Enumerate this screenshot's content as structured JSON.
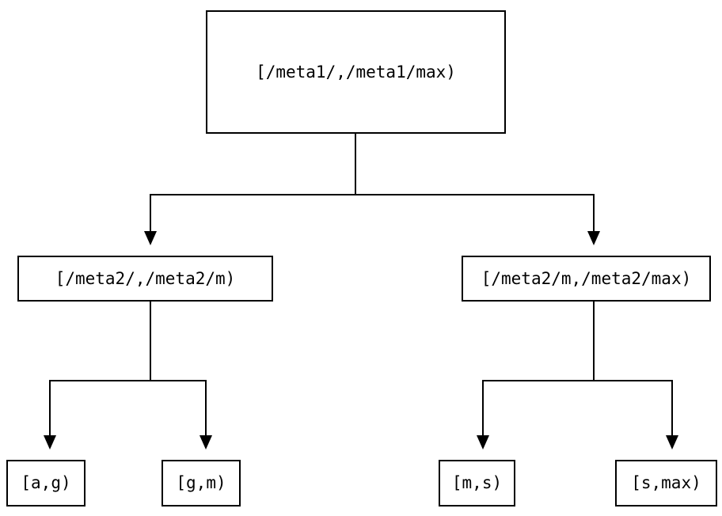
{
  "nodes": {
    "root": {
      "label": "[/meta1/,/meta1/max)"
    },
    "left_mid": {
      "label": "[/meta2/,/meta2/m)"
    },
    "right_mid": {
      "label": "[/meta2/m,/meta2/max)"
    },
    "leaf_ag": {
      "label": "[a,g)"
    },
    "leaf_gm": {
      "label": "[g,m)"
    },
    "leaf_ms": {
      "label": "[m,s)"
    },
    "leaf_smax": {
      "label": "[s,max)"
    }
  },
  "colors": {
    "line": "#000000",
    "background": "#ffffff",
    "text": "#000000"
  }
}
